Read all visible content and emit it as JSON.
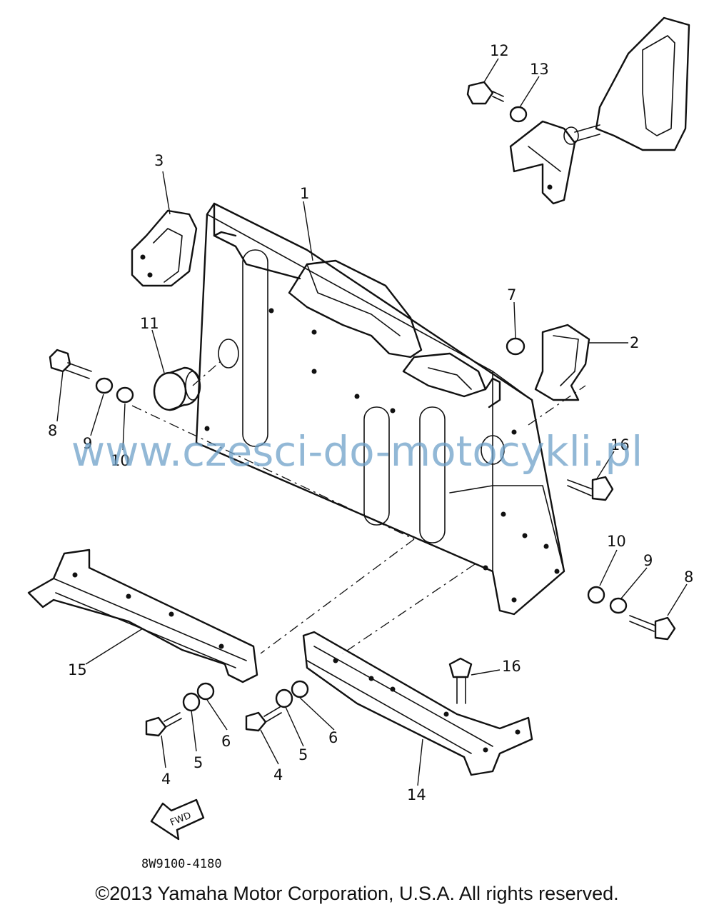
{
  "diagram": {
    "watermark": "www.czesci-do-motocykli.pl",
    "drawing_code": "8W9100-4180",
    "fwd_label": "FWD",
    "copyright": "©2013 Yamaha Motor Corporation, U.S.A. All rights reserved.",
    "callouts": {
      "c1": "1",
      "c2": "2",
      "c3": "3",
      "c4a": "4",
      "c4b": "4",
      "c5a": "5",
      "c5b": "5",
      "c6a": "6",
      "c6b": "6",
      "c7": "7",
      "c8a": "8",
      "c8b": "8",
      "c9a": "9",
      "c9b": "9",
      "c10a": "10",
      "c10b": "10",
      "c11": "11",
      "c12": "12",
      "c13": "13",
      "c14": "14",
      "c15": "15",
      "c16a": "16",
      "c16b": "16"
    }
  }
}
